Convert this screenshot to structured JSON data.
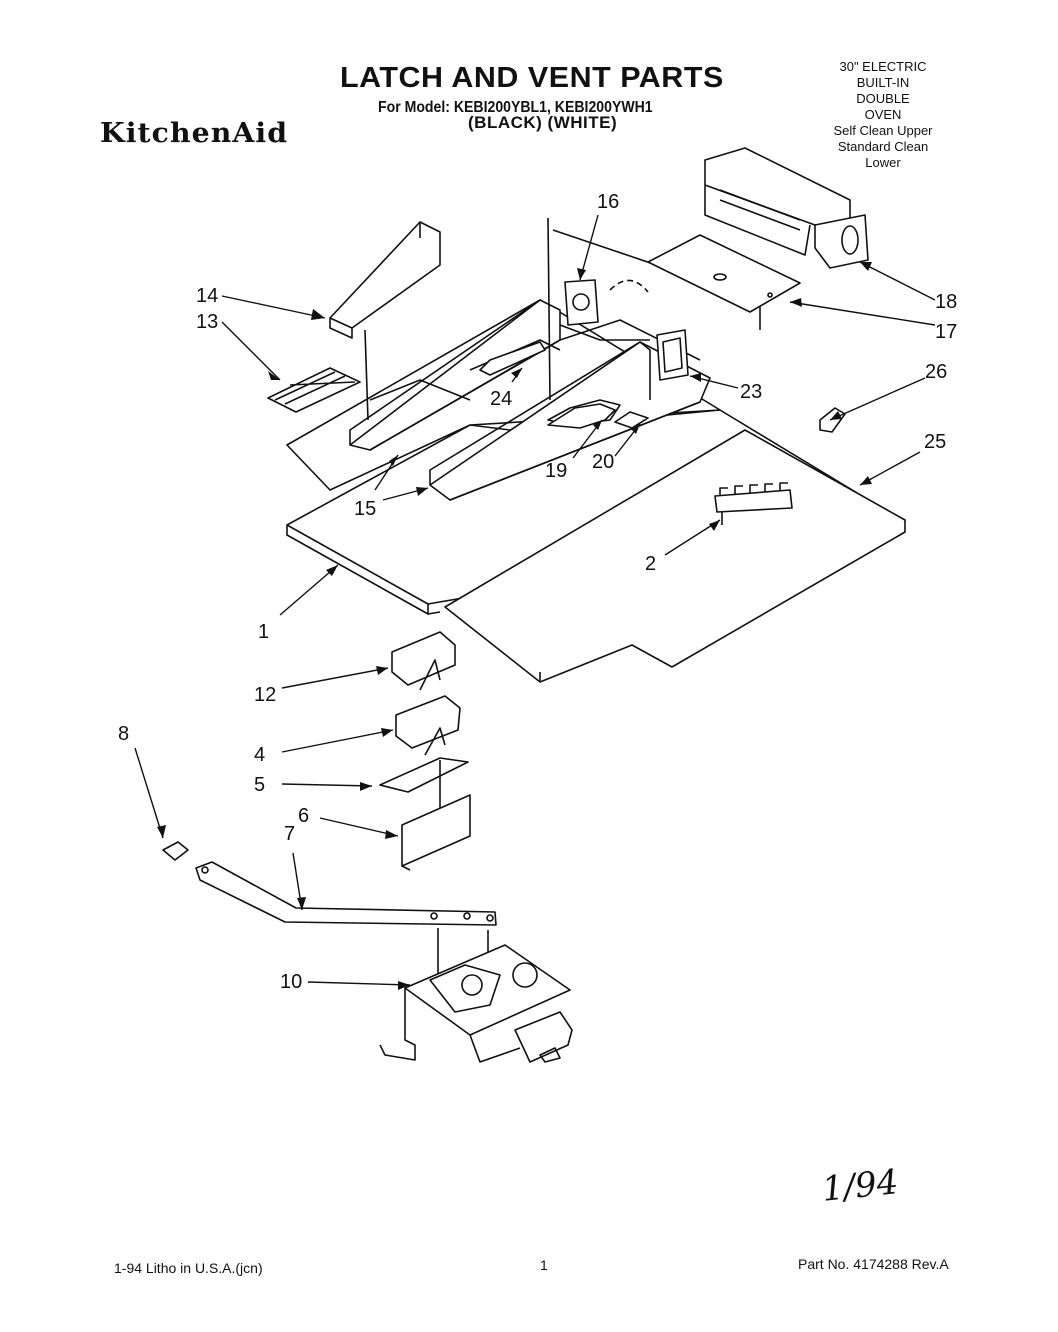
{
  "header": {
    "title": "LATCH AND VENT PARTS",
    "model_line": "For Model: KEBI200YBL1, KEBI200YWH1",
    "model_colors": "(BLACK)   (WHITE)",
    "brand": "KitchenAid",
    "product_description": [
      "30\" ELECTRIC",
      "BUILT-IN",
      "DOUBLE",
      "OVEN",
      "Self Clean Upper",
      "Standard Clean",
      "Lower"
    ]
  },
  "callouts": [
    "1",
    "2",
    "4",
    "5",
    "6",
    "7",
    "8",
    "10",
    "12",
    "13",
    "14",
    "15",
    "15",
    "16",
    "17",
    "18",
    "19",
    "20",
    "23",
    "24",
    "25",
    "26"
  ],
  "footer": {
    "litho": "1-94  Litho in U.S.A.(jcn)",
    "page": "1",
    "part_number": "Part No. 4174288 Rev.A",
    "handwritten_date": "1/94"
  }
}
